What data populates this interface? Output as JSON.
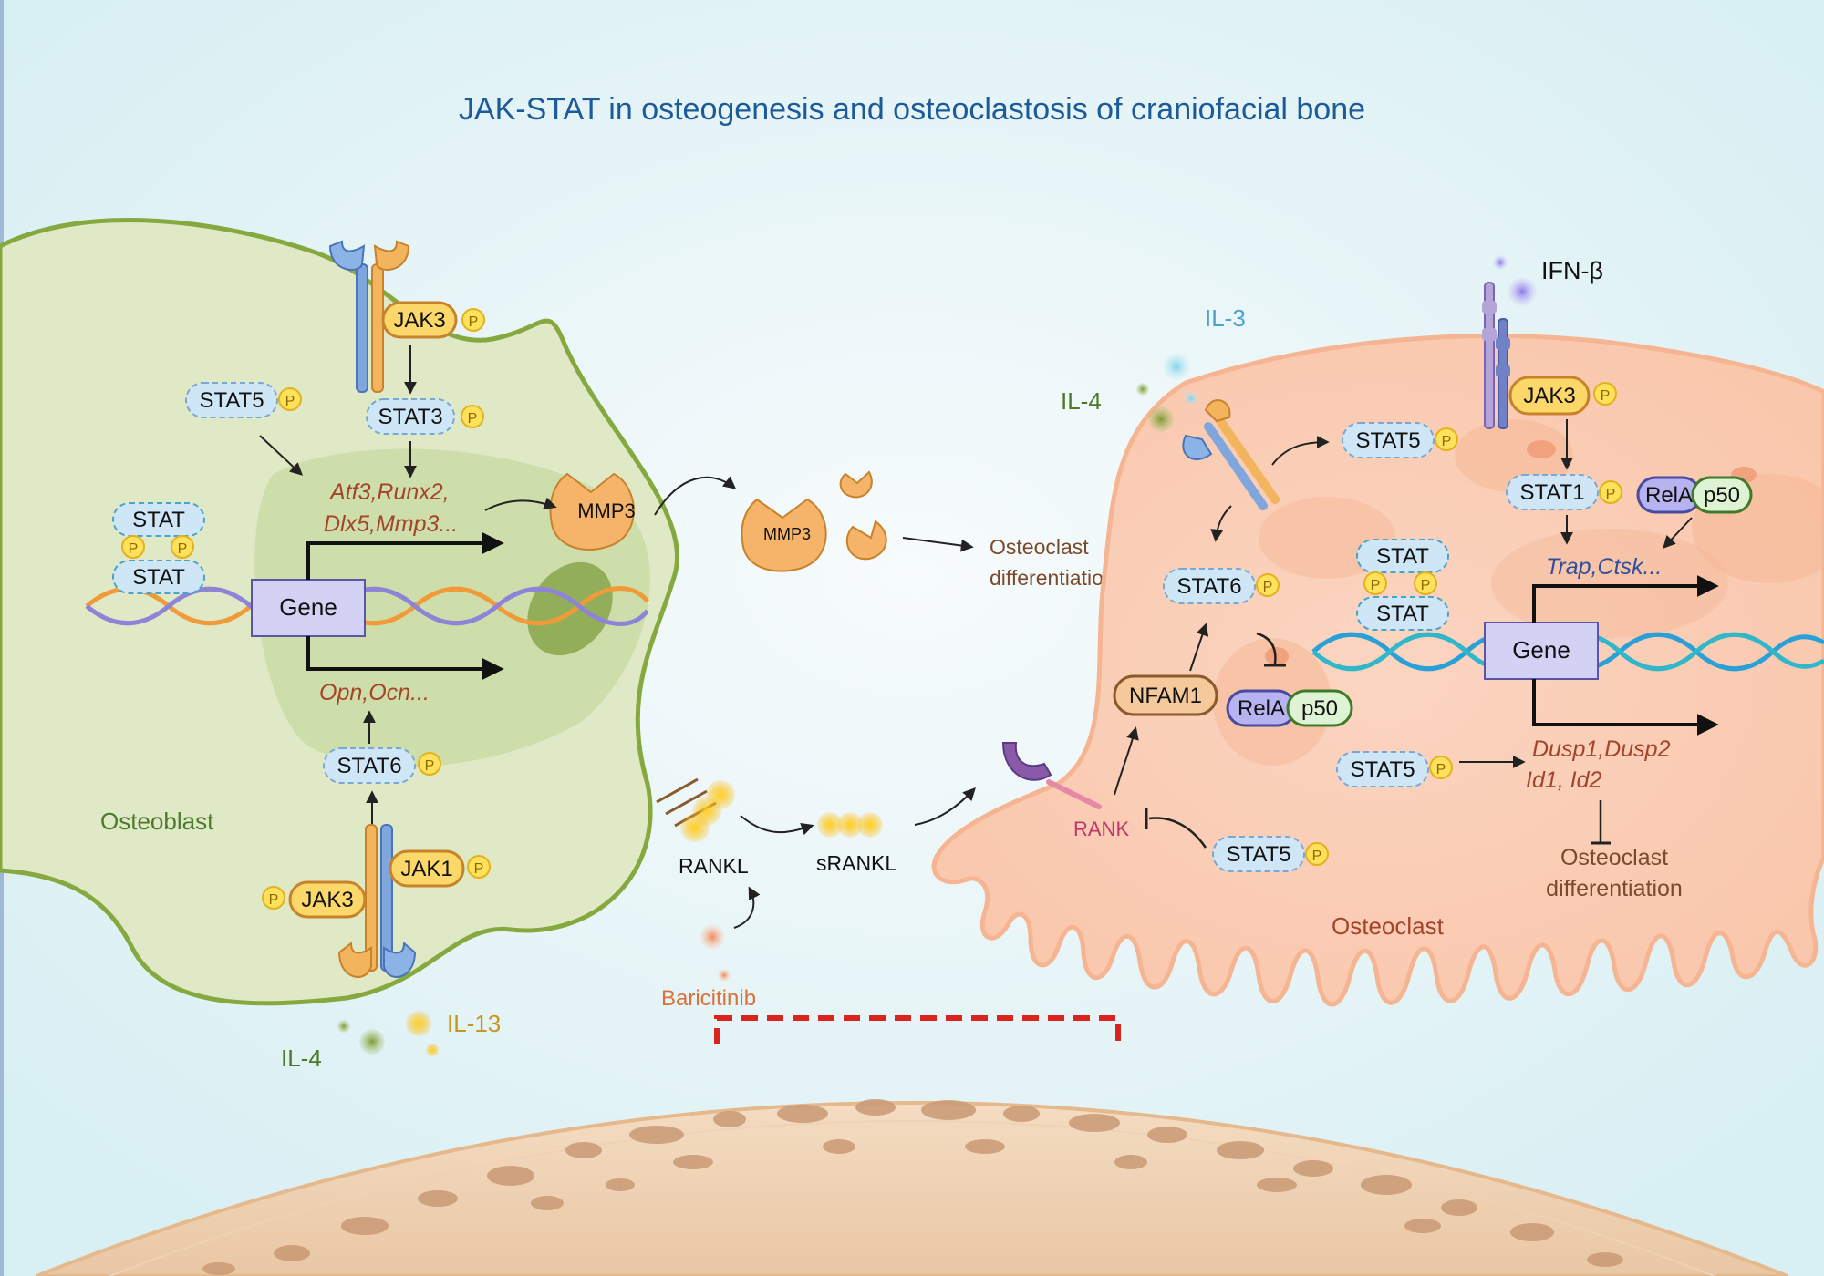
{
  "title": "JAK-STAT in osteogenesis and osteoclastosis of craniofacial bone",
  "colors": {
    "title": "#1d5a98",
    "osteoblast_fill": "#dde8c5",
    "osteoblast_stroke": "#7fa23c",
    "osteoclast_fill": "#fcd4bf",
    "osteoclast_stroke": "#f6b592",
    "gene_text": "#a4442a",
    "gene_text_blue": "#2f4f9c",
    "cytokine_green": "#4d7a2a",
    "cytokine_yellow": "#c9961a",
    "il3_blue": "#4aa3c9",
    "rank_pink": "#c0386b",
    "inhibit_red": "#d9251d",
    "baricitinib": "#d8723a"
  },
  "osteoblast": {
    "cell_label": "Osteoblast",
    "receptor_top": {
      "kinase": "JAK3",
      "phospho": "P"
    },
    "stat3": "STAT3",
    "stat5": "STAT5",
    "stat_dimer": [
      "STAT",
      "STAT"
    ],
    "gene": "Gene",
    "genes_upper_line1": "Atf3,Runx2,",
    "genes_upper_line2": "Dlx5,Mmp3...",
    "genes_lower": "Opn,Ocn...",
    "mmp3": "MMP3",
    "stat6": "STAT6",
    "receptor_bottom": {
      "kinase_left": "JAK3",
      "kinase_right": "JAK1"
    },
    "cytokines": {
      "il4": "IL-4",
      "il13": "IL-13"
    }
  },
  "middle": {
    "mmp3_secreted": "MMP3",
    "osteoclast_diff_line1": "Osteoclast",
    "osteoclast_diff_line2": "differentiation",
    "rankl": "RANKL",
    "srankl": "sRANKL",
    "baricitinib": "Baricitinib"
  },
  "osteoclast": {
    "cell_label": "Osteoclast",
    "il3": "IL-3",
    "il4": "IL-4",
    "ifnb": "IFN-β",
    "jak3": "JAK3",
    "stat1": "STAT1",
    "stat5_top": "STAT5",
    "stat6": "STAT6",
    "rela_top": "RelA",
    "p50_top": "p50",
    "rela_mid": "RelA",
    "p50_mid": "p50",
    "nfam1": "NFAM1",
    "stat_dimer": [
      "STAT",
      "STAT"
    ],
    "gene": "Gene",
    "genes_upper": "Trap,Ctsk...",
    "genes_lower_line1": "Dusp1,Dusp2",
    "genes_lower_line2": "Id1, Id2",
    "stat5_mid": "STAT5",
    "stat5_bottom": "STAT5",
    "rank": "RANK",
    "osteoclast_diff_line1": "Osteoclast",
    "osteoclast_diff_line2": "differentiation"
  },
  "phospho_label": "P"
}
